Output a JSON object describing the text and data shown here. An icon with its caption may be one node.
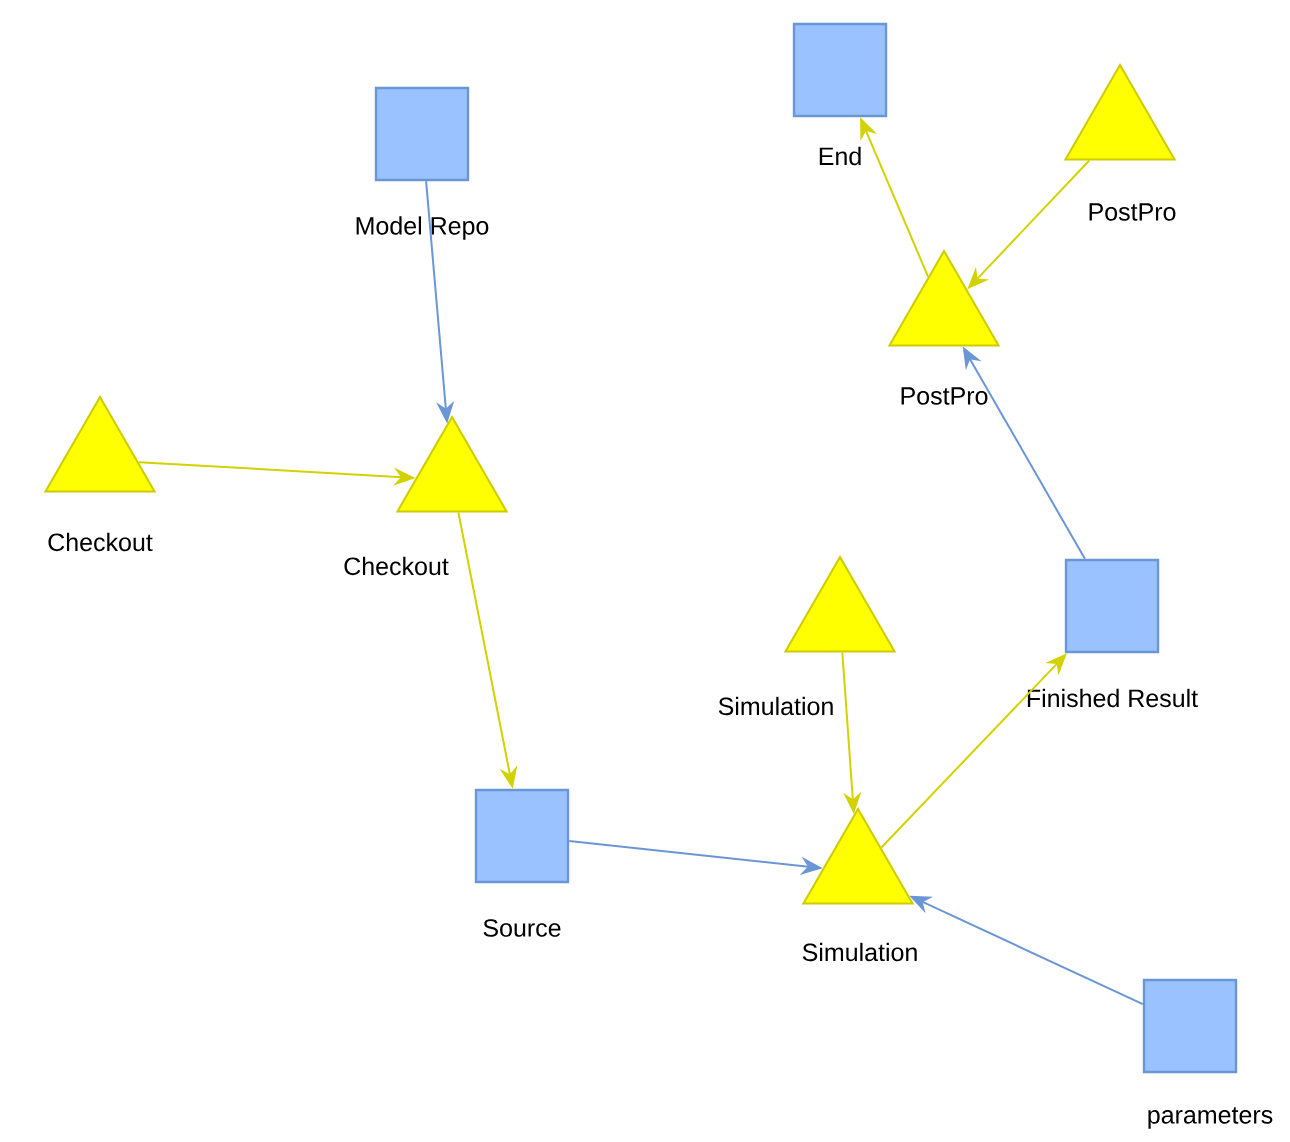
{
  "diagram": {
    "nodes": [
      {
        "text": [
          "End"
        ]
      },
      {
        "text": [
          "PostPro"
        ]
      },
      {
        "text": [
          "Model Repo"
        ]
      },
      {
        "text": [
          "PostPro"
        ]
      },
      {
        "text": [
          "Checkout"
        ]
      },
      {
        "text": [
          "Checkout"
        ]
      },
      {
        "text": [
          "Simulation"
        ]
      },
      {
        "text": [
          "Finished Result"
        ]
      },
      {
        "text": [
          "Source"
        ]
      },
      {
        "text": [
          "Simulation"
        ]
      },
      {
        "text": [
          "parameters"
        ]
      }
    ],
    "edges": [
      {
        "from": 2,
        "to": 5,
        "arrow": "to",
        "color": "#6b96d6"
      },
      {
        "from": 4,
        "to": 5,
        "arrow": "to"
      },
      {
        "from": 5,
        "to": 8,
        "arrow": "to"
      },
      {
        "from": 8,
        "to": 9,
        "arrow": "to",
        "color": "#6b96d6"
      },
      {
        "from": 6,
        "to": 9,
        "arrow": "to"
      },
      {
        "from": 9,
        "to": 7,
        "arrow": "to"
      },
      {
        "from": 10,
        "to": 9,
        "arrow": "to",
        "color": "#6b96d6"
      },
      {
        "from": 7,
        "to": 3,
        "arrow": "to",
        "color": "#6b96d6"
      },
      {
        "from": 1,
        "to": 3,
        "arrow": "to"
      },
      {
        "from": 3,
        "to": 0,
        "arrow": "to"
      }
    ]
  }
}
